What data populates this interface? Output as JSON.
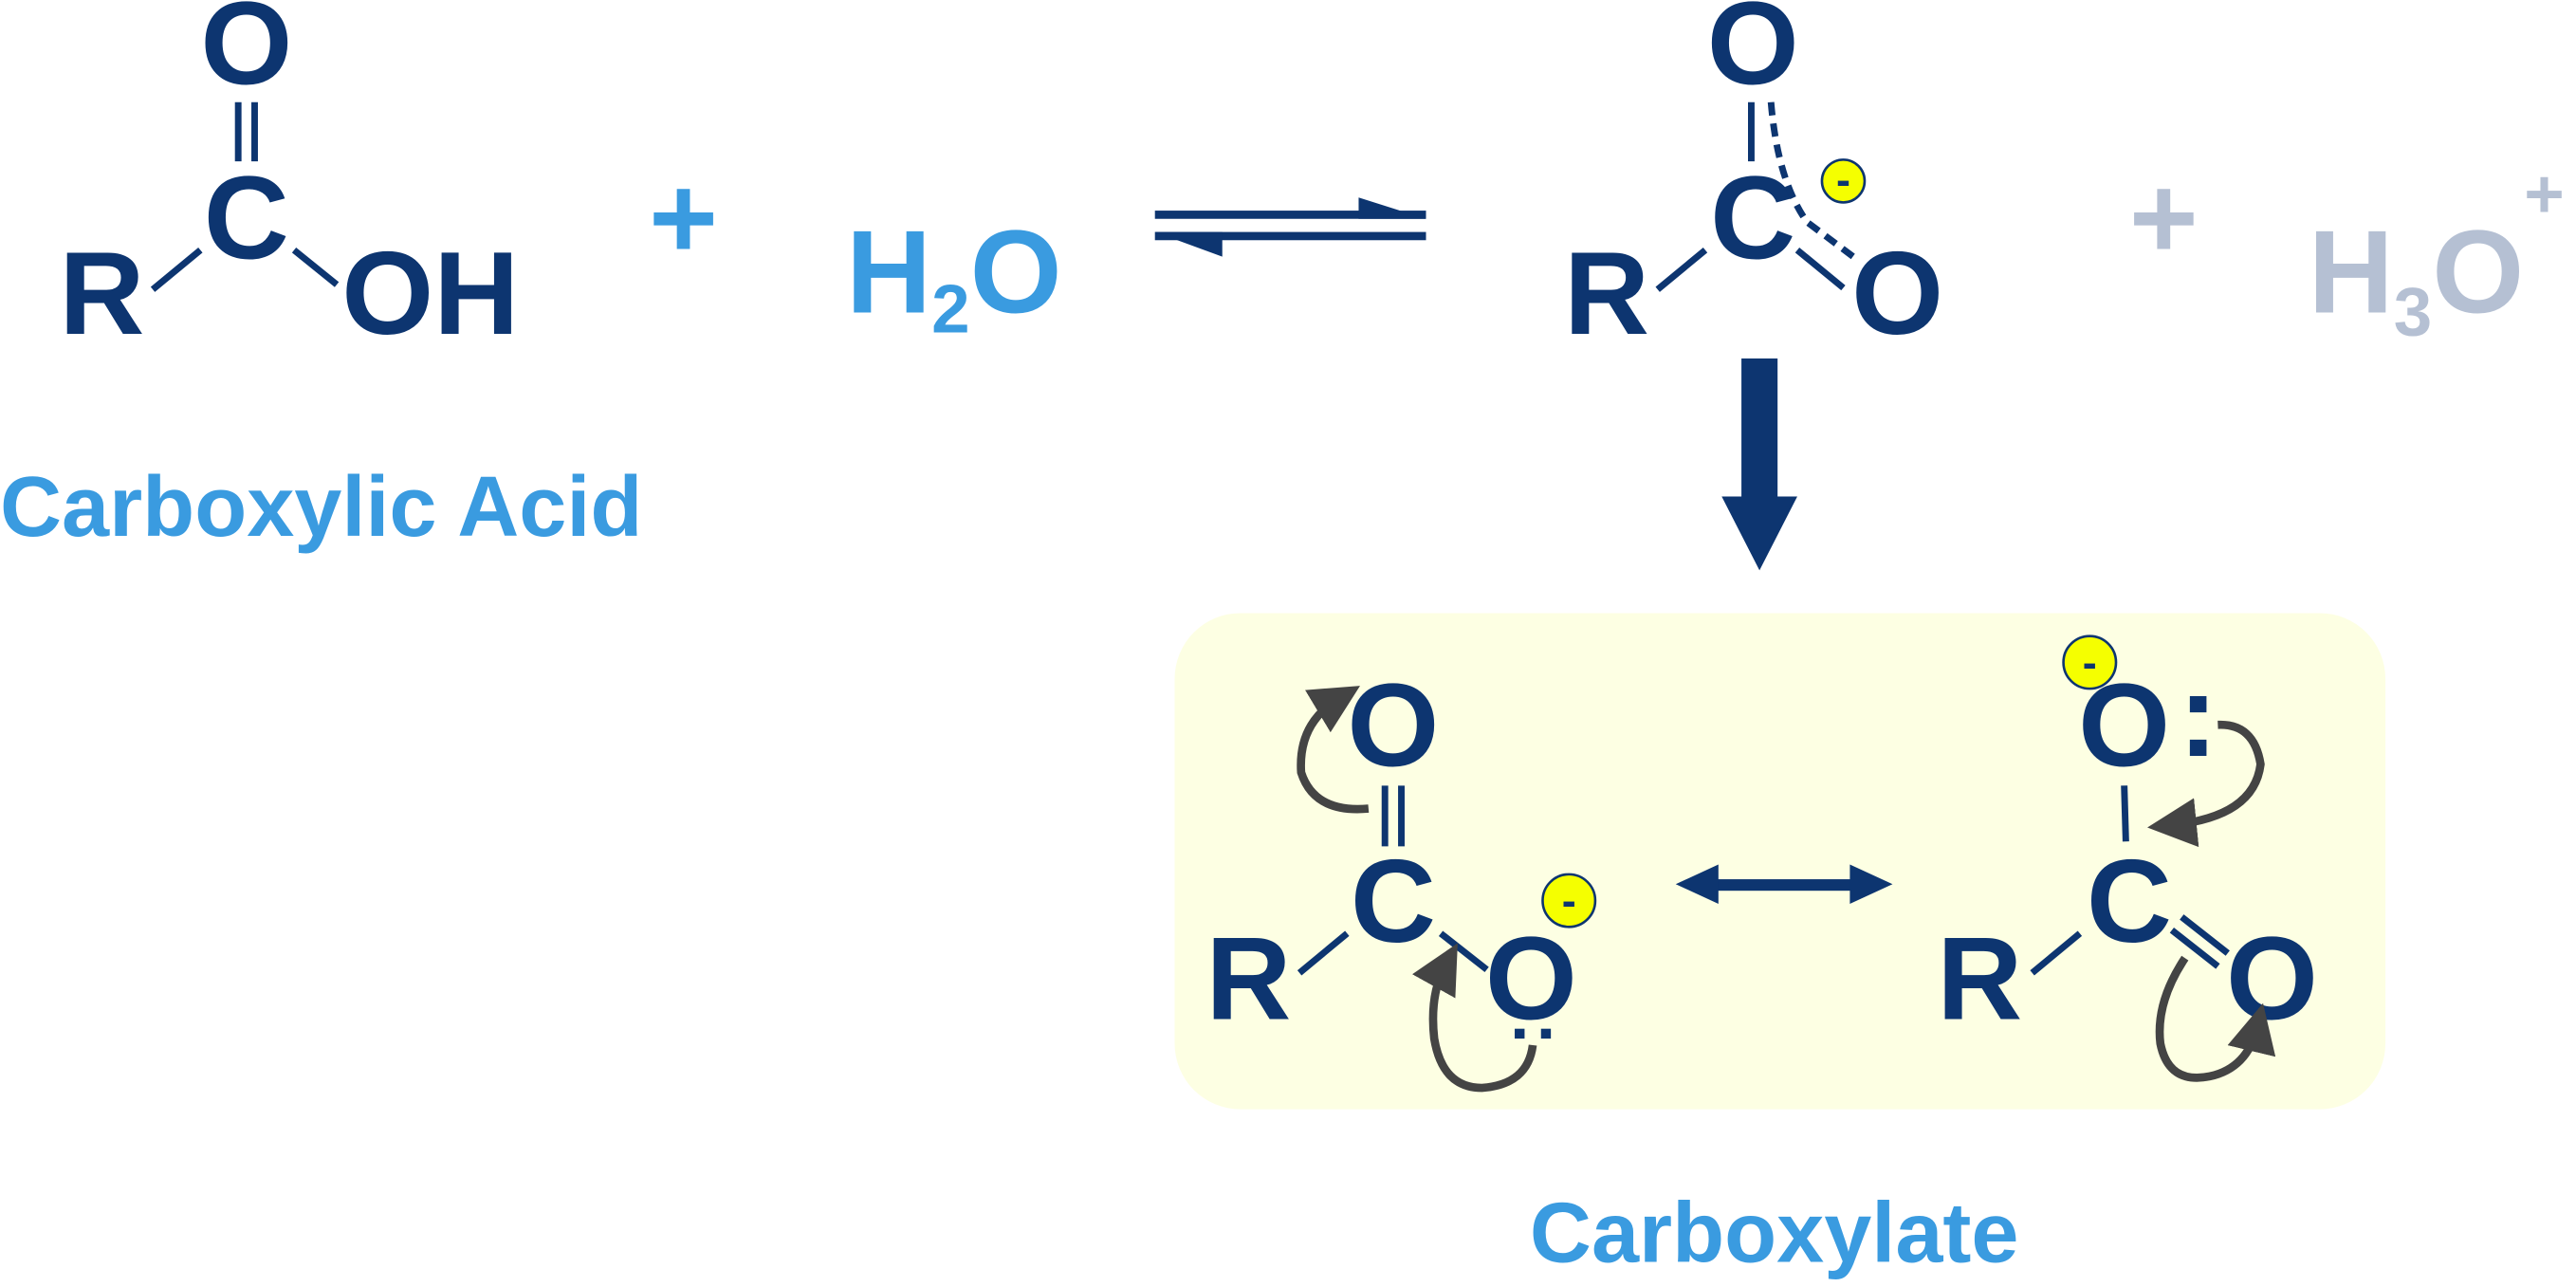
{
  "colors": {
    "navy": "#0d3570",
    "water_blue": "#3a9be0",
    "product_grey": "#b5c0d3",
    "charge_yellow": "#f5ff00",
    "resonance_box": "#fdffe3"
  },
  "reactant": {
    "atoms": {
      "o_top": "O",
      "c": "C",
      "r": "R",
      "o": "O",
      "h": "H"
    },
    "label": "Carboxylic Acid"
  },
  "plus": "+",
  "water": {
    "h": "H",
    "sub": "2",
    "o": "O"
  },
  "anion": {
    "atoms": {
      "o_top": "O",
      "c": "C",
      "r": "R",
      "o": "O"
    },
    "charge": "-"
  },
  "hydronium": {
    "plus": "+",
    "h": "H",
    "sub": "3",
    "o": "O",
    "charge": "+"
  },
  "resonance": {
    "left": {
      "o_top": "O",
      "c": "C",
      "r": "R",
      "o": "O",
      "charge": "-"
    },
    "right": {
      "o_top": "O",
      "lone_pair": ":",
      "c": "C",
      "r": "R",
      "o": "O",
      "charge": "-"
    }
  },
  "product_label": "Carboxylate"
}
